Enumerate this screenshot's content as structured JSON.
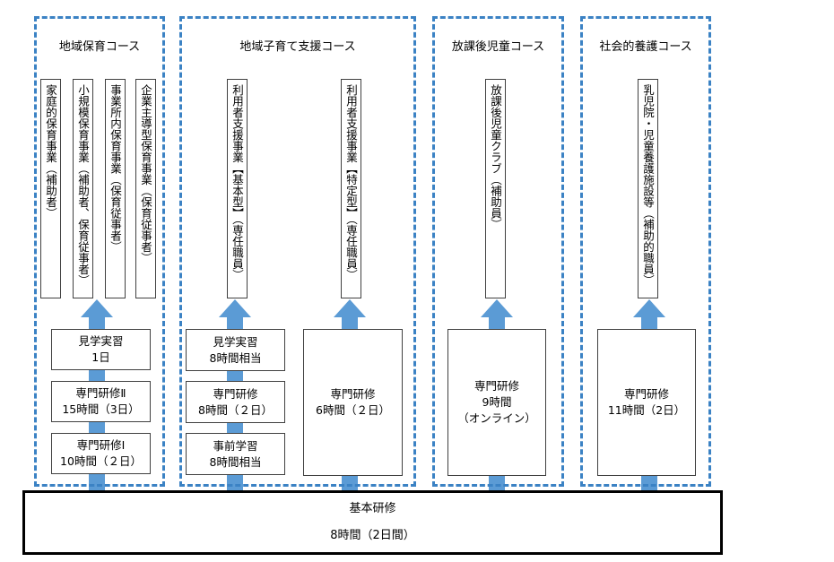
{
  "arrow_color": "#5b9bd5",
  "border_color": "#3b82c4",
  "courses": [
    {
      "title": "地域保育コース",
      "jobs": [
        "家庭的保育事業（補助者）",
        "小規模保育事業（補助者、保育従事者）",
        "事業所内保育事業（保育従事者）",
        "企業主導型保育事業（保育従事者）"
      ],
      "trainings": [
        {
          "line1": "見学実習",
          "line2": "1日"
        },
        {
          "line1": "専門研修Ⅱ",
          "line2": "15時間（3日）"
        },
        {
          "line1": "専門研修Ⅰ",
          "line2": "10時間（２日）"
        }
      ]
    },
    {
      "title": "地域子育て支援コース",
      "jobs": [
        "利用者支援事業【基本型】（専任職員）",
        "利用者支援事業【特定型】（専任職員）"
      ],
      "trainings": [
        {
          "line1": "見学実習",
          "line2": "8時間相当"
        },
        {
          "line1": "専門研修",
          "line2": "8時間（２日）"
        },
        {
          "line1": "事前学習",
          "line2": "8時間相当"
        },
        {
          "line1": "専門研修",
          "line2": "6時間（２日）"
        }
      ]
    },
    {
      "title": "放課後児童コース",
      "jobs": [
        "放課後児童クラブ（補助員）"
      ],
      "trainings": [
        {
          "line1": "専門研修",
          "line2": "9時間",
          "line3": "（オンライン）"
        }
      ]
    },
    {
      "title": "社会的養護コース",
      "jobs": [
        "乳児院・児童養護施設等（補助的職員）"
      ],
      "trainings": [
        {
          "line1": "専門研修",
          "line2": "11時間（2日）"
        }
      ]
    }
  ],
  "base_training": {
    "line1": "基本研修",
    "line2": "8時間（2日間）"
  }
}
